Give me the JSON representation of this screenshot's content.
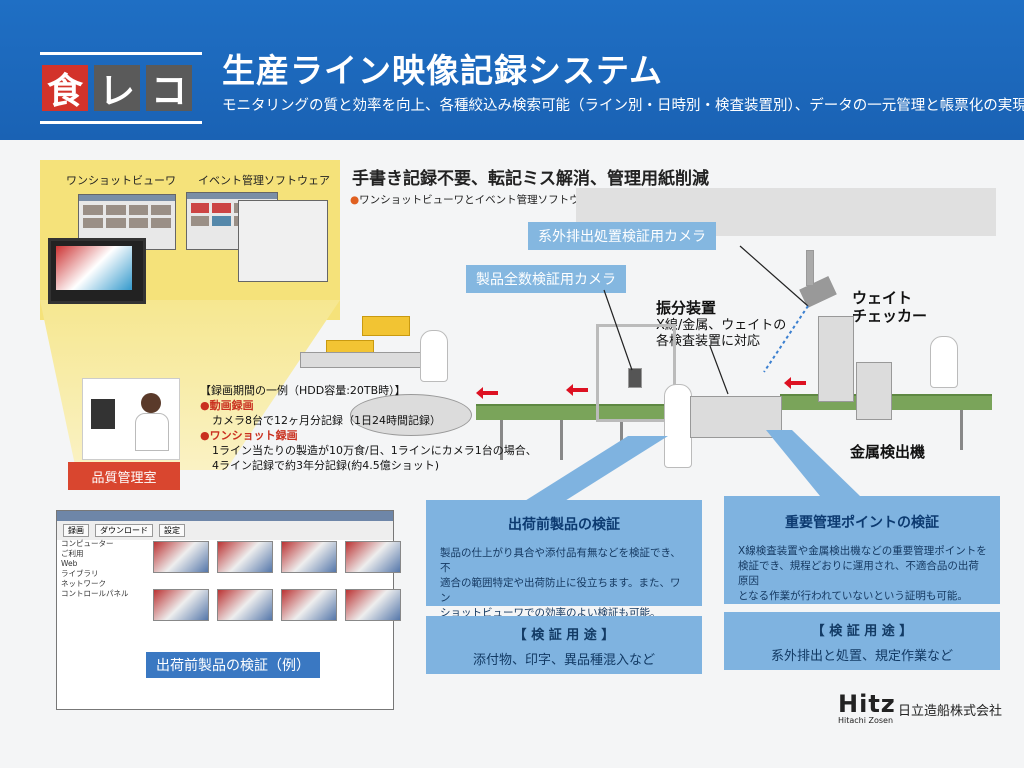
{
  "header": {
    "logo_chars": [
      "食",
      "レ",
      "コ"
    ],
    "title": "生産ライン映像記録システム",
    "subtitle": "モニタリングの質と効率を向上、各種絞込み検索可能（ライン別・日時別・検査装置別）、データの一元管理と帳票化の実現"
  },
  "software": {
    "viewer_label": "ワンショットビューワ",
    "event_label": "イベント管理ソフトウェア"
  },
  "qa_room": "品質管理室",
  "main_heading": "手書き記録不要、転記ミス解消、管理用紙削減",
  "main_note": "ワンショットビューワとイベント管理ソフトウェアで効率よく検証",
  "cameras": {
    "foreign": "系外排出処置検証用カメラ",
    "product": "製品全数検証用カメラ"
  },
  "devices": {
    "sorter_title": "振分装置",
    "sorter_desc1": "X線/金属、ウェイトの",
    "sorter_desc2": "各検査装置に対応",
    "weight_checker1": "ウェイト",
    "weight_checker2": "チェッカー",
    "metal_detector": "金属検出機"
  },
  "recording": {
    "header": "【録画期間の一例（HDD容量:20TB時）】",
    "video_title": "動画録画",
    "video_desc": "カメラ8台で12ヶ月分記録（1日24時間記録）",
    "oneshot_title": "ワンショット録画",
    "oneshot_desc1": "1ライン当たりの製造が10万食/日、1ラインにカメラ1台の場合、",
    "oneshot_desc2": "4ライン記録で約3年分記録(約4.5億ショット)"
  },
  "window": {
    "tabs": [
      "録画",
      "ダウンロード",
      "設定"
    ],
    "tree": [
      "コンピューター",
      "ご利用",
      "Web",
      "ライブラリ",
      "ネットワーク",
      "コントロールパネル"
    ],
    "caption": "出荷前製品の検証（例）"
  },
  "callout_left": {
    "title": "出荷前製品の検証",
    "body1": "製品の仕上がり具合や添付品有無などを検証でき、不",
    "body2": "適合の範囲特定や出荷防止に役立ちます。また、ワン",
    "body3": "ショットビューワでの効率のよい検証も可能。",
    "use_title": "【 検 証 用 途 】",
    "use_body": "添付物、印字、異品種混入など"
  },
  "callout_right": {
    "title": "重要管理ポイントの検証",
    "body1": "X線検査装置や金属検出機などの重要管理ポイントを",
    "body2": "検証でき、規程どおりに運用され、不適合品の出荷原因",
    "body3": "となる作業が行われていないという証明も可能。",
    "use_title": "【 検 証 用 途 】",
    "use_body": "系外排出と処置、規定作業など"
  },
  "brand": {
    "name": "Hitz",
    "sub": "Hitachi Zosen",
    "company": "日立造船株式会社"
  },
  "colors": {
    "header_blue": "#1f6fc4",
    "callout_blue": "#7fb3e0",
    "accent_red": "#d9462f",
    "spot_yellow": "#f5e27a"
  }
}
